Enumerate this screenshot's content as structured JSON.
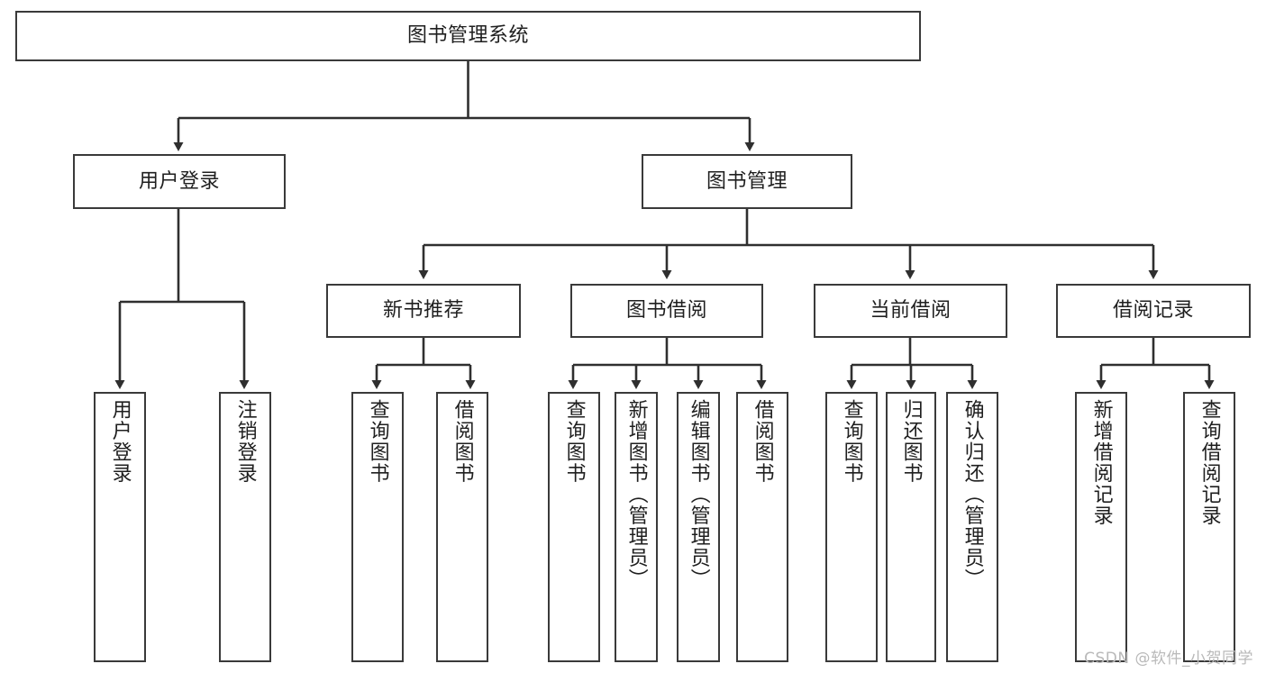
{
  "diagram": {
    "title": "图书管理系统",
    "type": "hierarchy-tree",
    "background_color": "#ffffff",
    "border_color": "#3a3a3a",
    "text_color": "#1f1f1f",
    "root": {
      "label": "图书管理系统"
    },
    "level2": [
      {
        "label": "用户登录"
      },
      {
        "label": "图书管理"
      }
    ],
    "level3": [
      {
        "label": "新书推荐"
      },
      {
        "label": "图书借阅"
      },
      {
        "label": "当前借阅"
      },
      {
        "label": "借阅记录"
      }
    ],
    "leaves": {
      "user_login": [
        {
          "label": "用户登录"
        },
        {
          "label": "注销登录"
        }
      ],
      "new_book_recommend": [
        {
          "label": "查询图书"
        },
        {
          "label": "借阅图书"
        }
      ],
      "book_borrow": [
        {
          "label": "查询图书"
        },
        {
          "label": "新增图书（管理员）"
        },
        {
          "label": "编辑图书（管理员）"
        },
        {
          "label": "借阅图书"
        }
      ],
      "current_borrow": [
        {
          "label": "查询图书"
        },
        {
          "label": "归还图书"
        },
        {
          "label": "确认归还（管理员）"
        }
      ],
      "borrow_record": [
        {
          "label": "新增借阅记录"
        },
        {
          "label": "查询借阅记录"
        }
      ]
    }
  },
  "watermark": {
    "text": "CSDN @软件_小贺同学"
  }
}
